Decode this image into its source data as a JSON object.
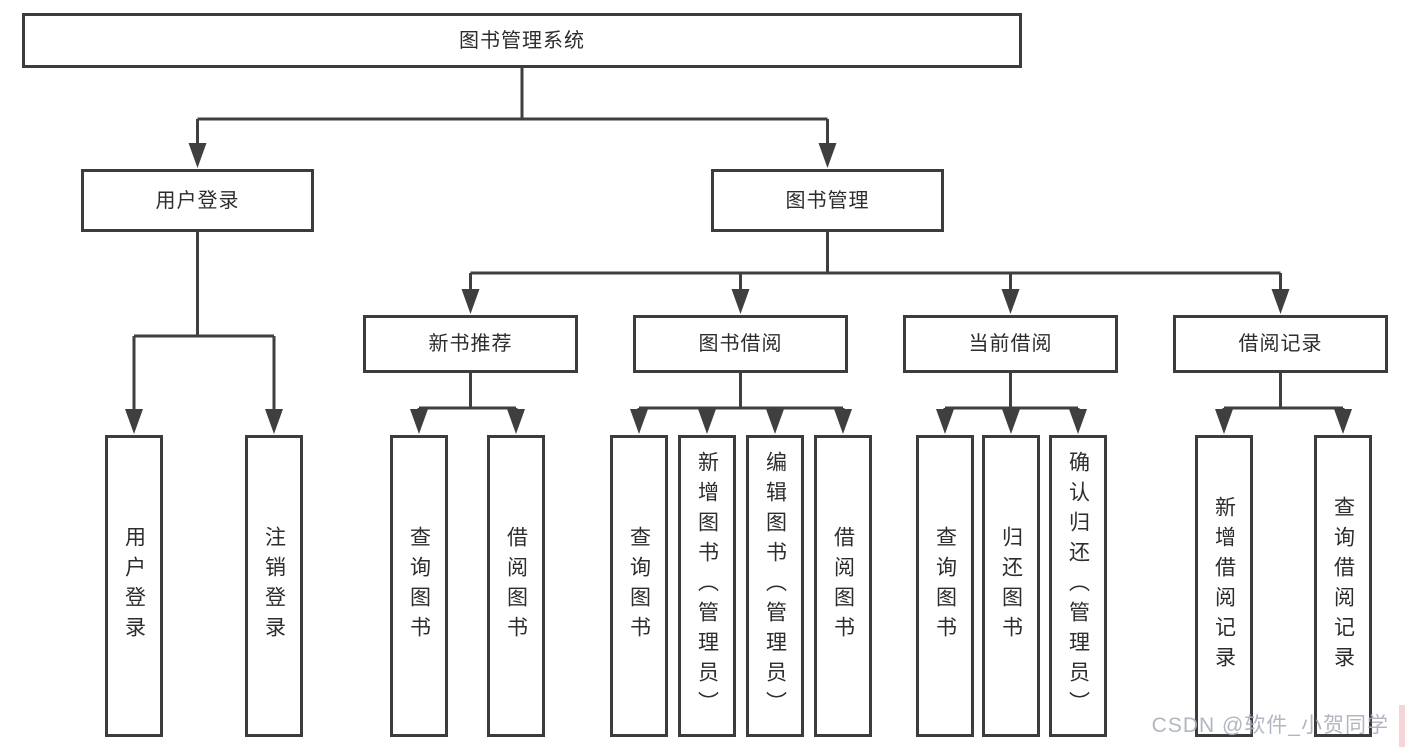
{
  "colors": {
    "line": "#3f3f3f",
    "box_border": "#3c3c3c",
    "text": "#2d2d2d",
    "watermark": "#a9afbc",
    "watermark_accent": "#f0b9bd"
  },
  "tree": {
    "label": "图书管理系统",
    "children": [
      {
        "label": "用户登录",
        "children": [
          {
            "label": "用户登录"
          },
          {
            "label": "注销登录"
          }
        ]
      },
      {
        "label": "图书管理",
        "children": [
          {
            "label": "新书推荐",
            "children": [
              {
                "label": "查询图书"
              },
              {
                "label": "借阅图书"
              }
            ]
          },
          {
            "label": "图书借阅",
            "children": [
              {
                "label": "查询图书"
              },
              {
                "label": "新增图书（管理员）"
              },
              {
                "label": "编辑图书（管理员）"
              },
              {
                "label": "借阅图书"
              }
            ]
          },
          {
            "label": "当前借阅",
            "children": [
              {
                "label": "查询图书"
              },
              {
                "label": "归还图书"
              },
              {
                "label": "确认归还（管理员）"
              }
            ]
          },
          {
            "label": "借阅记录",
            "children": [
              {
                "label": "新增借阅记录"
              },
              {
                "label": "查询借阅记录"
              }
            ]
          }
        ]
      }
    ]
  },
  "watermark": {
    "text": "CSDN @软件_小贺同学"
  }
}
